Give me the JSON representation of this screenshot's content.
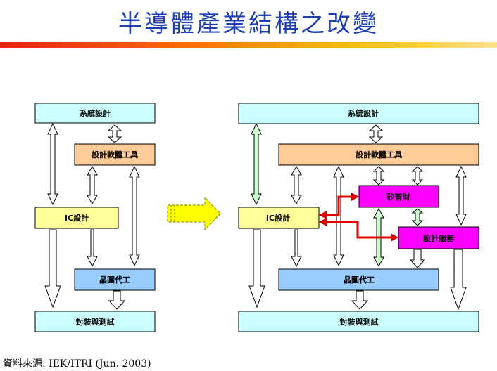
{
  "title": "半導體產業結構之改變",
  "source": "資料來源: IEK/ITRI (Jun. 2003)",
  "colors": {
    "system_design": "#ccffff",
    "eda_tools": "#ffcc99",
    "ic_design": "#ffff99",
    "foundry": "#99ccff",
    "packaging": "#ccffff",
    "ip_and_service": "#ff00ff",
    "transition_arrow": "#ffff00",
    "link_arrow_red": "#e00000",
    "updown_green": "#ccffcc"
  },
  "before": {
    "system_design": "系統設計",
    "eda_tools": "設計軟體工具",
    "ic_design": "IC設計",
    "foundry": "晶圓代工",
    "packaging": "封裝與測試"
  },
  "after": {
    "system_design": "系統設計",
    "eda_tools": "設計軟體工具",
    "ip": "矽智財",
    "ic_design": "IC設計",
    "design_service": "設計服務",
    "foundry": "晶圓代工",
    "packaging": "封裝與測試"
  }
}
